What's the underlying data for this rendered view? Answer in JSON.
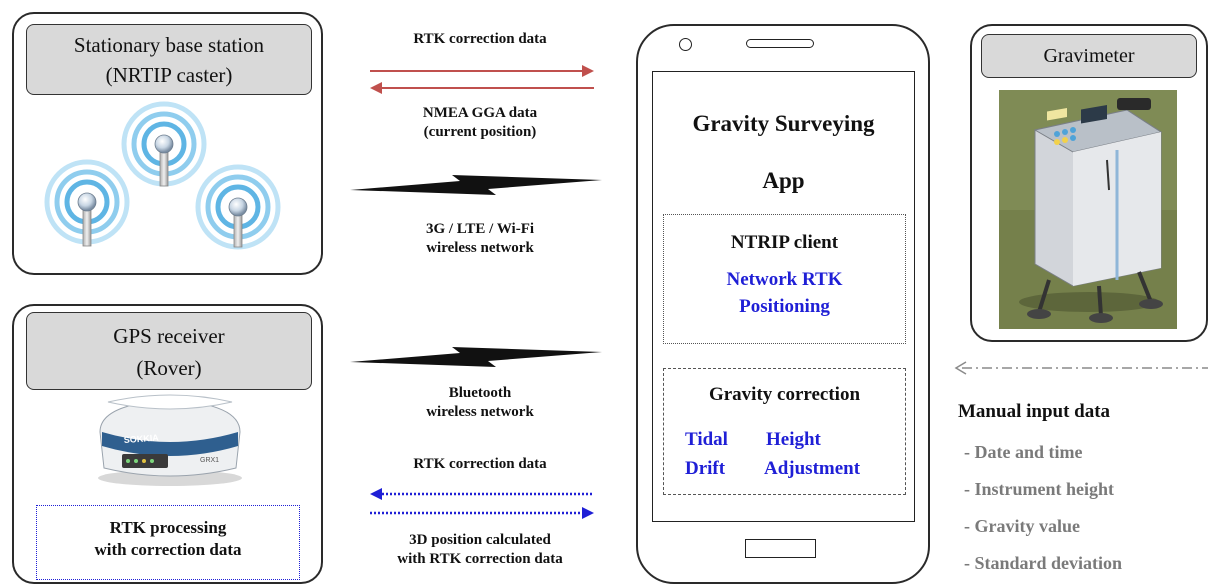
{
  "base_station": {
    "title_line1": "Stationary base station",
    "title_line2": "(NRTIP caster)"
  },
  "gps_receiver": {
    "title_line1": "GPS receiver",
    "title_line2": "(Rover)",
    "device_brand": "SOKKIA",
    "device_model": "GRX1",
    "processing_line1": "RTK processing",
    "processing_line2": "with correction data"
  },
  "links": {
    "top_arrow_label": "RTK correction  data",
    "nmea_line1": "NMEA GGA data",
    "nmea_line2": "(current position)",
    "network_line1": "3G / LTE / Wi-Fi",
    "network_line2": "wireless network",
    "bluetooth_line1": "Bluetooth",
    "bluetooth_line2": "wireless network",
    "bottom_arrow_label": "RTK correction  data",
    "position_line1": "3D position calculated",
    "position_line2": "with RTK correction  data"
  },
  "phone": {
    "app_line1": "Gravity Surveying",
    "app_line2": "App",
    "ntrip_title": "NTRIP client",
    "ntrip_line1": "Network RTK",
    "ntrip_line2": "Positioning",
    "gravity_title": "Gravity correction",
    "gravity_items": [
      "Tidal",
      "Height",
      "Drift",
      "Adjustment"
    ]
  },
  "gravimeter": {
    "title": "Gravimeter"
  },
  "manual_input": {
    "title": "Manual input data",
    "items": [
      "- Date and time",
      "- Instrument height",
      "- Gravity value",
      "- Standard deviation"
    ]
  },
  "colors": {
    "red_arrow": "#c0504d",
    "blue_arrow": "#1f1fd6",
    "title_fill": "#d9d9d9",
    "text_blue": "#1f1fd6"
  }
}
